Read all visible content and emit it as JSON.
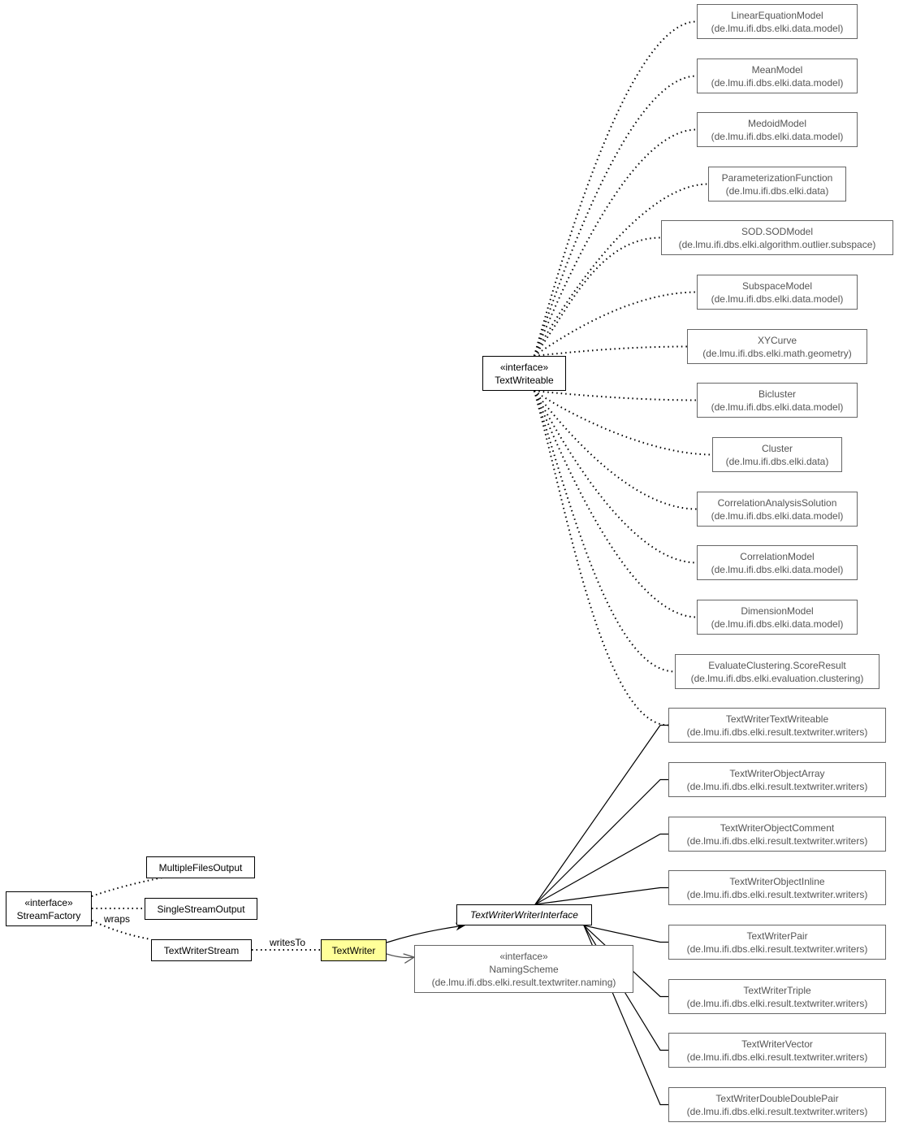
{
  "nodes": {
    "stream_factory": {
      "stereotype": "«interface»",
      "name": "StreamFactory"
    },
    "multiple_files_output": {
      "name": "MultipleFilesOutput"
    },
    "single_stream_output": {
      "name": "SingleStreamOutput"
    },
    "text_writer_stream": {
      "name": "TextWriterStream"
    },
    "text_writer": {
      "name": "TextWriter"
    },
    "text_writer_writer_interface": {
      "name": "TextWriterWriterInterface"
    },
    "naming_scheme": {
      "stereotype": "«interface»",
      "name": "NamingScheme",
      "pkg": "(de.lmu.ifi.dbs.elki.result.textwriter.naming)"
    },
    "text_writeable": {
      "stereotype": "«interface»",
      "name": "TextWriteable"
    }
  },
  "writeables": [
    {
      "name": "LinearEquationModel",
      "pkg": "(de.lmu.ifi.dbs.elki.data.model)"
    },
    {
      "name": "MeanModel",
      "pkg": "(de.lmu.ifi.dbs.elki.data.model)"
    },
    {
      "name": "MedoidModel",
      "pkg": "(de.lmu.ifi.dbs.elki.data.model)"
    },
    {
      "name": "ParameterizationFunction",
      "pkg": "(de.lmu.ifi.dbs.elki.data)"
    },
    {
      "name": "SOD.SODModel",
      "pkg": "(de.lmu.ifi.dbs.elki.algorithm.outlier.subspace)"
    },
    {
      "name": "SubspaceModel",
      "pkg": "(de.lmu.ifi.dbs.elki.data.model)"
    },
    {
      "name": "XYCurve",
      "pkg": "(de.lmu.ifi.dbs.elki.math.geometry)"
    },
    {
      "name": "Bicluster",
      "pkg": "(de.lmu.ifi.dbs.elki.data.model)"
    },
    {
      "name": "Cluster",
      "pkg": "(de.lmu.ifi.dbs.elki.data)"
    },
    {
      "name": "CorrelationAnalysisSolution",
      "pkg": "(de.lmu.ifi.dbs.elki.data.model)"
    },
    {
      "name": "CorrelationModel",
      "pkg": "(de.lmu.ifi.dbs.elki.data.model)"
    },
    {
      "name": "DimensionModel",
      "pkg": "(de.lmu.ifi.dbs.elki.data.model)"
    },
    {
      "name": "EvaluateClustering.ScoreResult",
      "pkg": "(de.lmu.ifi.dbs.elki.evaluation.clustering)"
    },
    {
      "name": "TextWriterTextWriteable",
      "pkg": "(de.lmu.ifi.dbs.elki.result.textwriter.writers)"
    }
  ],
  "writers": [
    {
      "name": "TextWriterObjectArray",
      "pkg": "(de.lmu.ifi.dbs.elki.result.textwriter.writers)"
    },
    {
      "name": "TextWriterObjectComment",
      "pkg": "(de.lmu.ifi.dbs.elki.result.textwriter.writers)"
    },
    {
      "name": "TextWriterObjectInline",
      "pkg": "(de.lmu.ifi.dbs.elki.result.textwriter.writers)"
    },
    {
      "name": "TextWriterPair",
      "pkg": "(de.lmu.ifi.dbs.elki.result.textwriter.writers)"
    },
    {
      "name": "TextWriterTriple",
      "pkg": "(de.lmu.ifi.dbs.elki.result.textwriter.writers)"
    },
    {
      "name": "TextWriterVector",
      "pkg": "(de.lmu.ifi.dbs.elki.result.textwriter.writers)"
    },
    {
      "name": "TextWriterDoubleDoublePair",
      "pkg": "(de.lmu.ifi.dbs.elki.result.textwriter.writers)"
    }
  ],
  "edge_labels": {
    "wraps": "wraps",
    "writes_to": "writesTo"
  },
  "colors": {
    "focus_fill": "#ffff99",
    "external_border": "#666666",
    "external_text": "#555555"
  }
}
